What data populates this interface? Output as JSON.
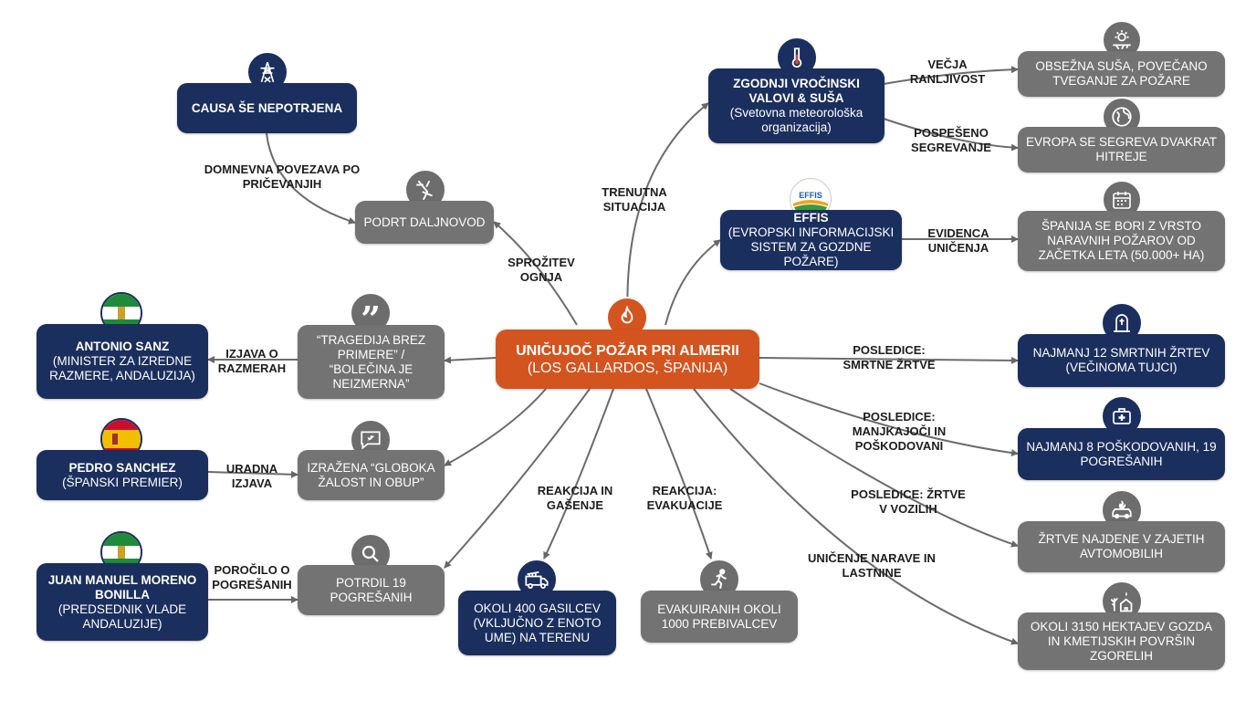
{
  "center": {
    "title": "Uničujoč požar pri Almerii",
    "subtitle": "(Los Gallardos, Španija)"
  },
  "nodes": {
    "causa": "Causa še nepotrjena",
    "daljnovod": "Podrt daljnovod",
    "vrocinski_title": "Zgodnji vročinski valovi & suša",
    "vrocinski_sub": "(Svetovna meteorološka organizacija)",
    "susa": "Obsežna suša, povečano tveganje za požare",
    "evropa": "Evropa se segreva dvakrat hitreje",
    "effis_title": "EFFIS",
    "effis_sub": "(Evropski informacijski sistem za gozdne požare)",
    "spanija_bori": "Španija se bori z vrsto naravnih požarov od začetka leta (50.000+ ha)",
    "sanz_name": "Antonio Sanz",
    "sanz_role": "(Minister za izredne razmere, Andaluzija)",
    "tragedija": "“Tragedija brez primere” / “Bolečina je neizmerna”",
    "sanchez_name": "Pedro Sanchez",
    "sanchez_role": "(Španski premier)",
    "zalost": "Izražena “globoka žalost in obup”",
    "bonilla_name": "Juan Manuel Moreno Bonilla",
    "bonilla_role": "(Predsednik vlade Andaluzije)",
    "potrdil": "Potrdil 19 pogrešanih",
    "gasilci": "Okoli 400 gasilcev (vključno z enoto UME) na terenu",
    "evakuiranih": "Evakuiranih okoli 1000 prebivalcev",
    "smrtne": "Najmanj 12 smrtnih žrtev (večinoma tujci)",
    "poskodovani": "Najmanj 8 poškodovanih, 19 pogrešanih",
    "vozila": "Žrtve najdene v zajetih avtomobilih",
    "hektarji": "Okoli 3150 hektajev gozda in kmetijskih površin zgorelih"
  },
  "labels": {
    "domnevna": "Domnevna povezava po pričevanjih",
    "sprozitev": "Sprožitev ognja",
    "trenutna": "Trenutna situacija",
    "vecja": "Večja ranljivost",
    "pospeseno": "Pospešeno segrevanje",
    "evidenca": "Evidenca uničenja",
    "izjava": "Izjava o razmerah",
    "uradna": "Uradna izjava",
    "porocilo": "Poročilo o pogrešanih",
    "gasenje": "Reakcija in gašenje",
    "evakuacije": "Reakcija: evakuacije",
    "smrtne": "Posledice: smrtne žrtve",
    "manjkajoci": "Posledice: manjkajoči in poškodovani",
    "vozila": "Posledice: žrtve v vozilih",
    "narave": "Uničenje narave in lastnine"
  },
  "icons": {
    "effis_logo": "EFFIS",
    "fire": "fire-icon",
    "tower": "power-tower-icon",
    "broken_pole": "broken-pole-icon",
    "thermometer": "thermometer-icon",
    "sun_drought": "sun-drought-icon",
    "globe": "globe-icon",
    "calendar": "calendar-icon",
    "quote": "quote-icon",
    "chat": "chat-bird-icon",
    "search": "search-icon",
    "fire_truck": "fire-truck-icon",
    "running": "running-person-icon",
    "tombstone": "tombstone-icon",
    "medkit": "first-aid-icon",
    "car_fire": "car-fire-icon",
    "burnt_house": "burnt-house-icon"
  },
  "colors": {
    "navy": "#1b2f5e",
    "gray": "#737373",
    "orange": "#d3541f",
    "edge": "#666666"
  }
}
